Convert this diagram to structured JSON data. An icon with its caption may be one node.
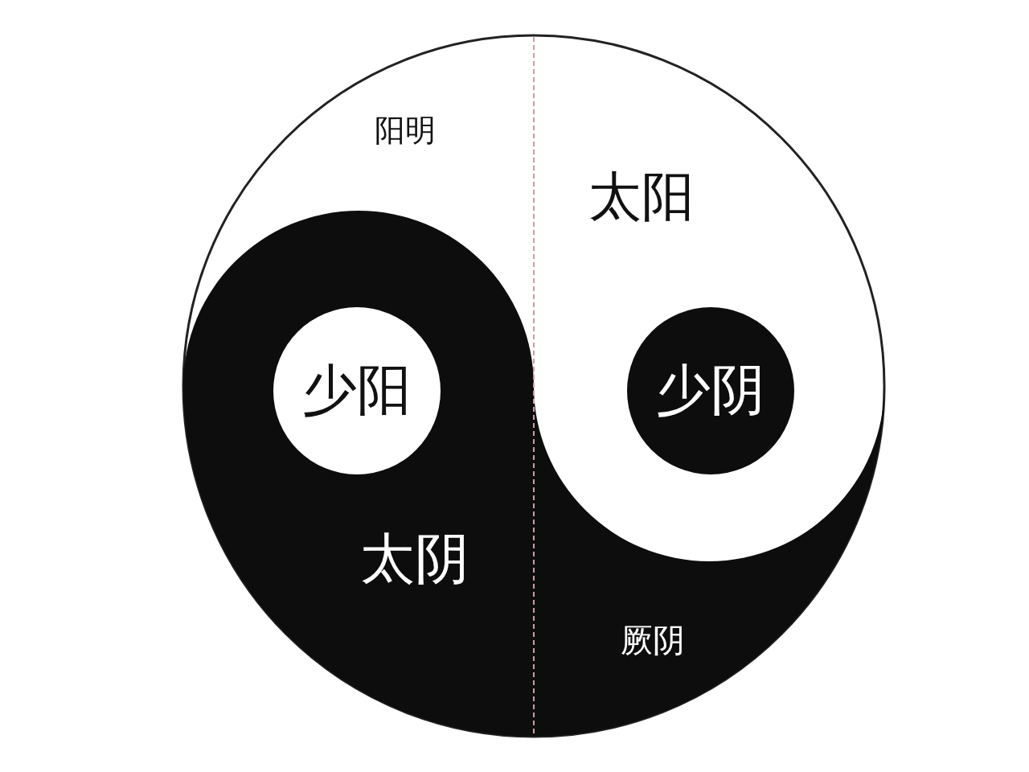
{
  "diagram": {
    "nodes": [
      {
        "text": [
          "少阳"
        ]
      },
      {
        "text": [
          "少阴"
        ]
      }
    ],
    "labels": [
      "阳明",
      "太阳",
      "太阴",
      "厥阴"
    ]
  }
}
